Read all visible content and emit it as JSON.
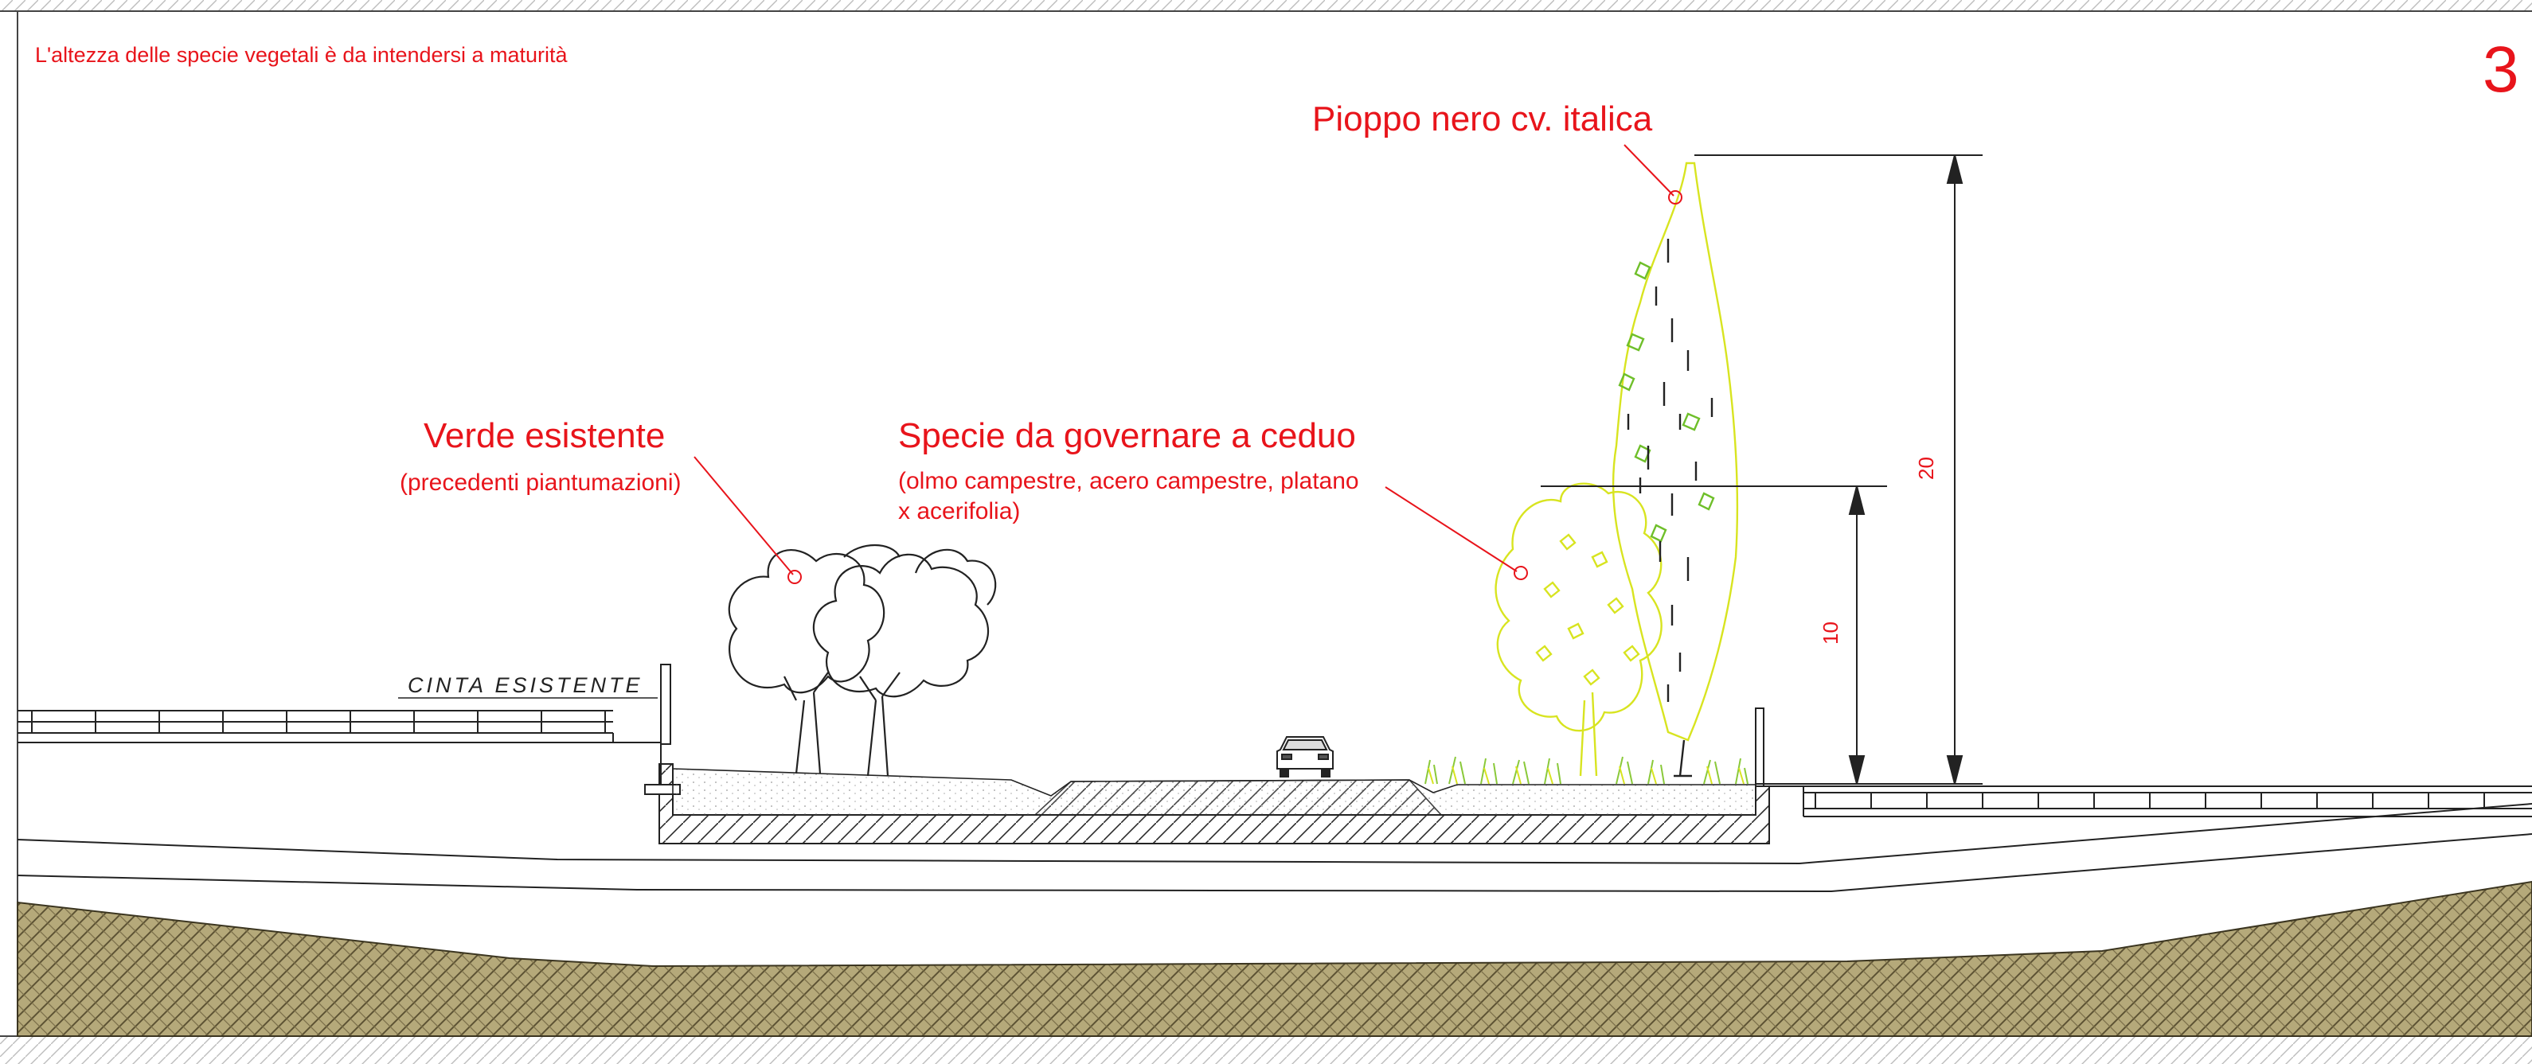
{
  "note": "L'altezza delle specie vegetali è da intendersi a  maturità",
  "sheet_number": "3",
  "labels": {
    "pioppo": "Pioppo nero cv. italica",
    "verde_title": "Verde esistente",
    "verde_sub": "(precedenti piantumazioni)",
    "specie_title": "Specie da governare a ceduo",
    "specie_sub1": "(olmo campestre, acero campestre, platano",
    "specie_sub2": "x acerifolia)",
    "cinta": "CINTA ESISTENTE"
  },
  "dimensions": {
    "tall": "20",
    "short": "10"
  },
  "colors": {
    "annotation": "#e8141b",
    "line": "#1a1a1a",
    "foliage_yellow": "#d8e420",
    "foliage_green": "#6fbf2a",
    "soil": "#8f8358"
  }
}
